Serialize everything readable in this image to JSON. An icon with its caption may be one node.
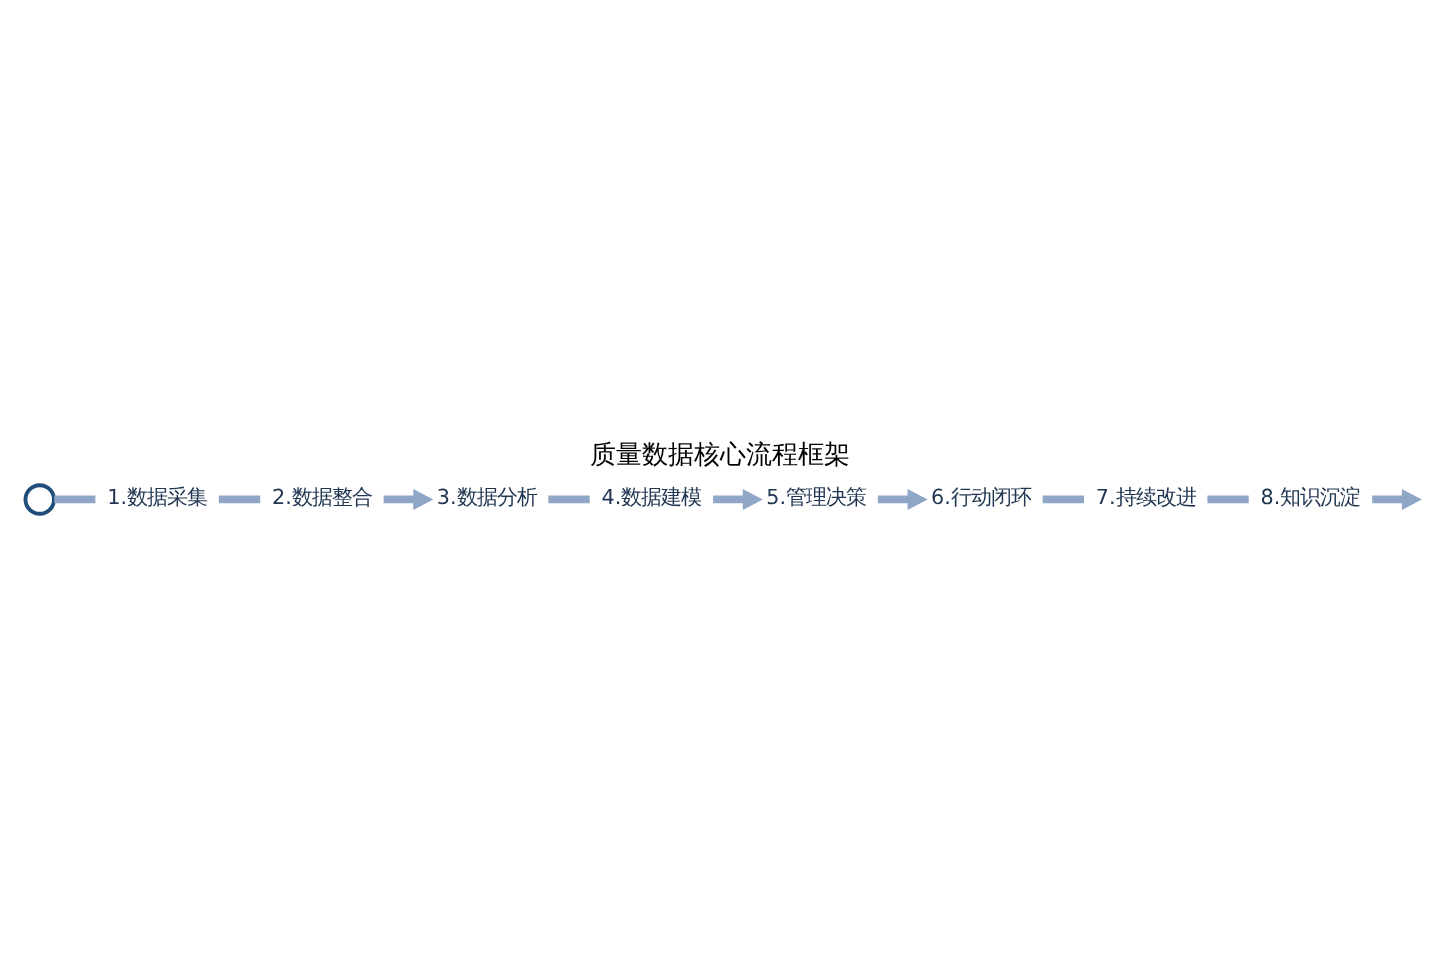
{
  "diagram": {
    "title": "质量数据核心流程框架",
    "nodes": [
      {
        "text": [],
        "shape": "circle"
      },
      {
        "text": [
          "1.数据采集"
        ]
      },
      {
        "text": [
          "2.数据整合"
        ]
      },
      {
        "text": [
          "3.数据分析"
        ]
      },
      {
        "text": [
          "4.数据建模"
        ]
      },
      {
        "text": [
          "5.管理决策"
        ]
      },
      {
        "text": [
          "6.行动闭环"
        ]
      },
      {
        "text": [
          "7.持续改进"
        ]
      },
      {
        "text": [
          "8.知识沉淀"
        ]
      }
    ],
    "edges": [
      {
        "from": 0,
        "to": 1,
        "arrow": "none"
      },
      {
        "from": 1,
        "to": 2,
        "arrow": "none"
      },
      {
        "from": 2,
        "to": 3,
        "arrow": "to"
      },
      {
        "from": 3,
        "to": 4,
        "arrow": "none"
      },
      {
        "from": 4,
        "to": 5,
        "arrow": "to"
      },
      {
        "from": 5,
        "to": 6,
        "arrow": "to"
      },
      {
        "from": 6,
        "to": 7,
        "arrow": "none"
      },
      {
        "from": 7,
        "to": 8,
        "arrow": "none"
      },
      {
        "from": 8,
        "to": null,
        "arrow": "to"
      }
    ]
  }
}
